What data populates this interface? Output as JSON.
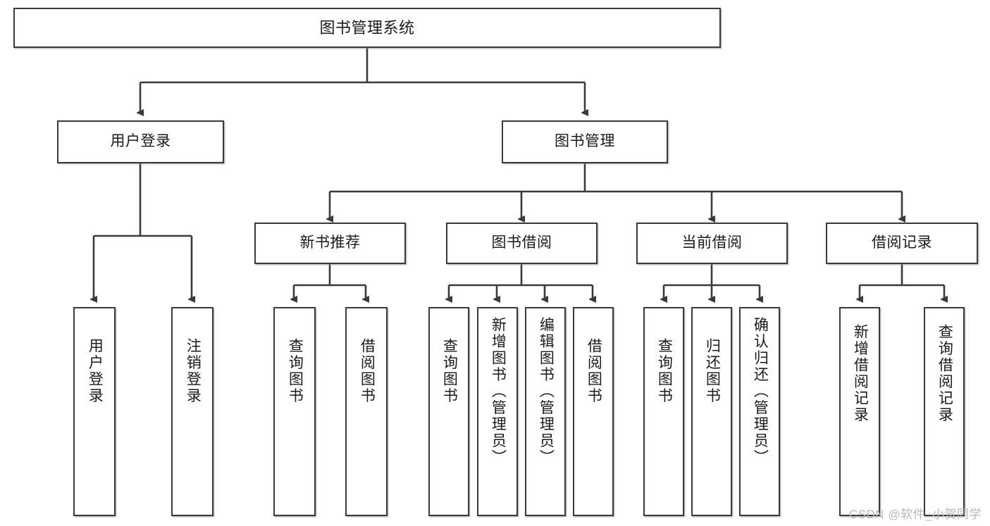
{
  "diagram": {
    "title": "图书管理系统",
    "watermark": "CSDN @软件_小贺同学",
    "colors": {
      "background": "#ffffff",
      "box_border": "#3a3a3a",
      "box_fill": "#ffffff",
      "connector": "#3a3a3a",
      "text": "#1a1a1a",
      "watermark": "#b8b8b8"
    },
    "nodes": {
      "root": {
        "label": "图书管理系统"
      },
      "level1": [
        {
          "id": "user-login",
          "label": "用户登录"
        },
        {
          "id": "book-manage",
          "label": "图书管理"
        }
      ],
      "level2": [
        {
          "id": "new-book-recommend",
          "label": "新书推荐"
        },
        {
          "id": "book-borrow",
          "label": "图书借阅"
        },
        {
          "id": "current-borrow",
          "label": "当前借阅"
        },
        {
          "id": "borrow-record",
          "label": "借阅记录"
        }
      ],
      "leaves": {
        "user_login": [
          {
            "id": "leaf-user-login",
            "label": "用户登录"
          },
          {
            "id": "leaf-logout-login",
            "label": "注销登录"
          }
        ],
        "new_book_recommend": [
          {
            "id": "leaf-query-book-1",
            "label": "查询图书"
          },
          {
            "id": "leaf-borrow-book-1",
            "label": "借阅图书"
          }
        ],
        "book_borrow": [
          {
            "id": "leaf-query-book-2",
            "label": "查询图书"
          },
          {
            "id": "leaf-add-book",
            "label": "新增图书（管理员）"
          },
          {
            "id": "leaf-edit-book",
            "label": "编辑图书（管理员）"
          },
          {
            "id": "leaf-borrow-book-2",
            "label": "借阅图书"
          }
        ],
        "current_borrow": [
          {
            "id": "leaf-query-book-3",
            "label": "查询图书"
          },
          {
            "id": "leaf-return-book",
            "label": "归还图书"
          },
          {
            "id": "leaf-confirm-return",
            "label": "确认归还（管理员）"
          }
        ],
        "borrow_record": [
          {
            "id": "leaf-add-record",
            "label": "新增借阅记录"
          },
          {
            "id": "leaf-query-record",
            "label": "查询借阅记录"
          }
        ]
      }
    }
  }
}
